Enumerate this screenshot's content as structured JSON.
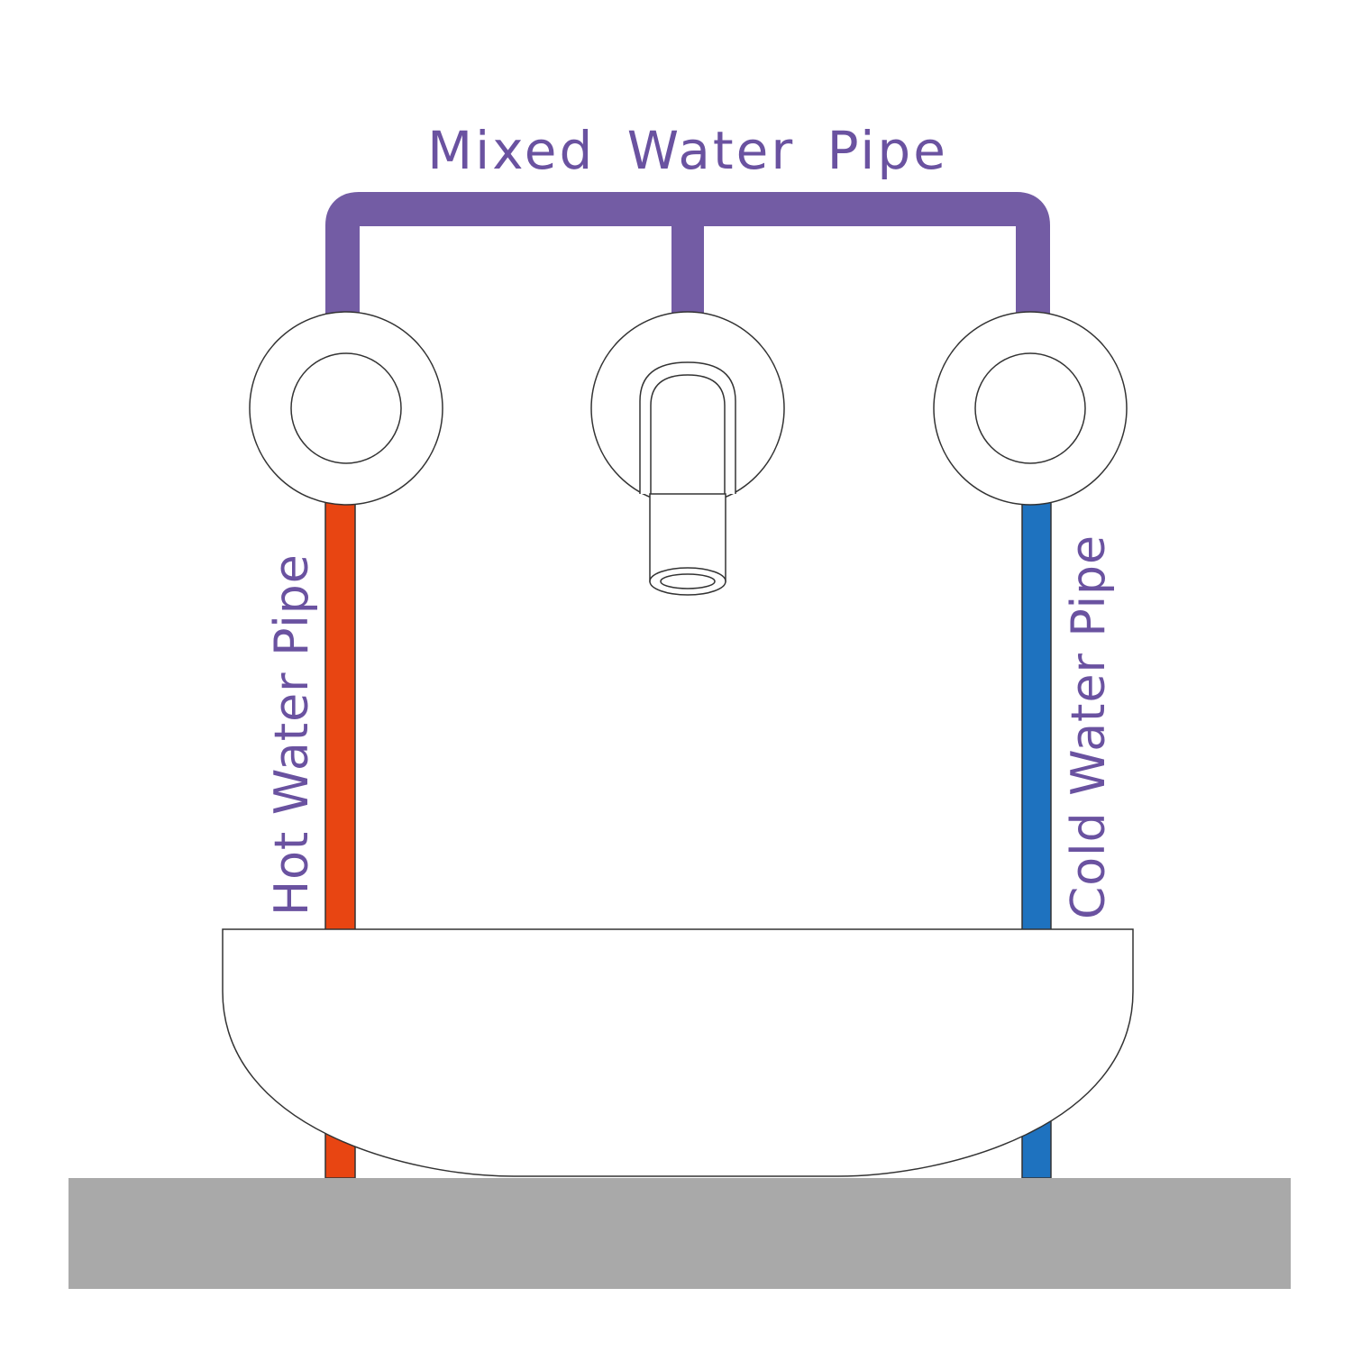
{
  "labels": {
    "mixed": "Mixed Water Pipe",
    "hot": "Hot Water Pipe",
    "cold": "Cold Water Pipe"
  },
  "colors": {
    "mixed_pipe": "#735ca4",
    "label_text": "#6a52a0",
    "hot_pipe": "#e84512",
    "cold_pipe": "#1e72bf",
    "outline": "#333333",
    "floor": "#a9a9a9",
    "background": "#ffffff"
  }
}
